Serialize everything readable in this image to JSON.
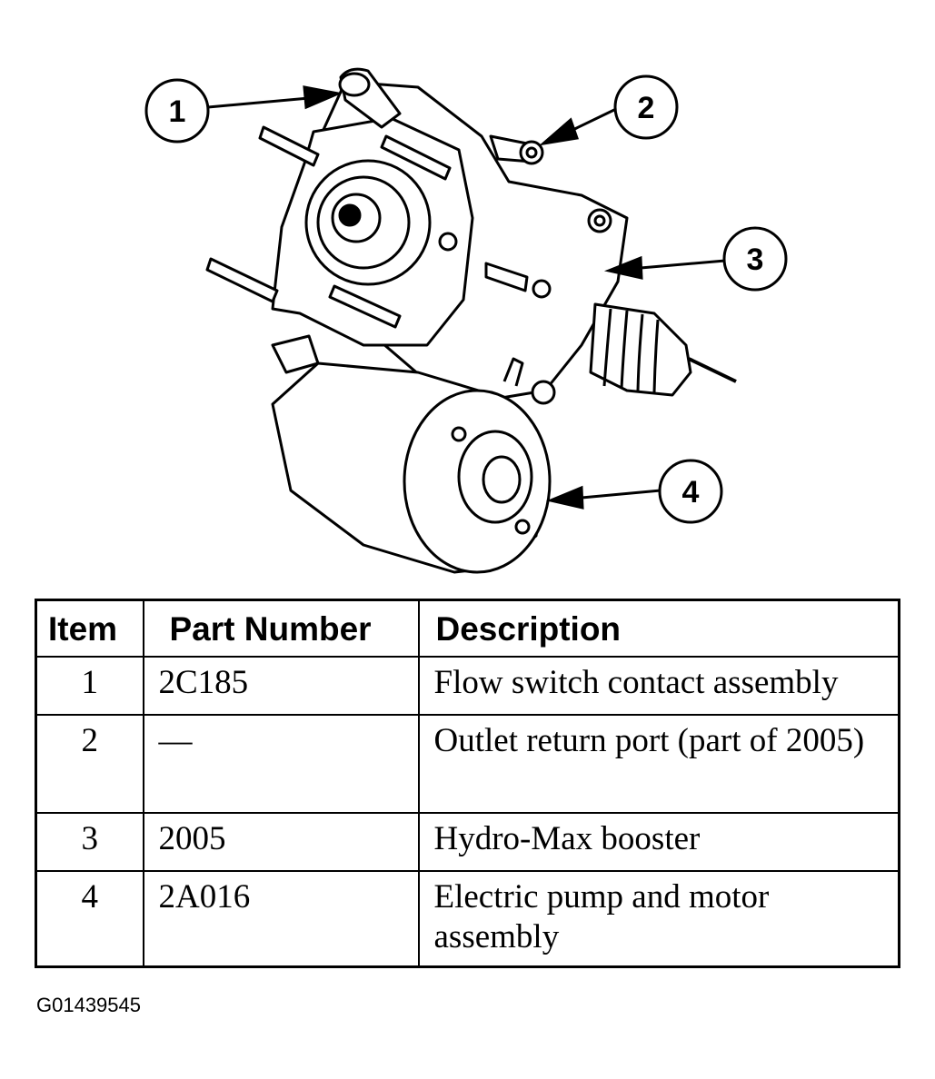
{
  "callouts": [
    "1",
    "2",
    "3",
    "4"
  ],
  "table": {
    "headers": {
      "item": "Item",
      "part_number": "Part Number",
      "description": "Description"
    },
    "rows": [
      {
        "item": "1",
        "part_number": "2C185",
        "description": "Flow switch contact assembly"
      },
      {
        "item": "2",
        "part_number": "—",
        "description": "Outlet return port (part of 2005)"
      },
      {
        "item": "3",
        "part_number": "2005",
        "description": "Hydro-Max booster"
      },
      {
        "item": "4",
        "part_number": "2A016",
        "description": "Electric pump and motor assembly"
      }
    ]
  },
  "figure_id": "G01439545"
}
